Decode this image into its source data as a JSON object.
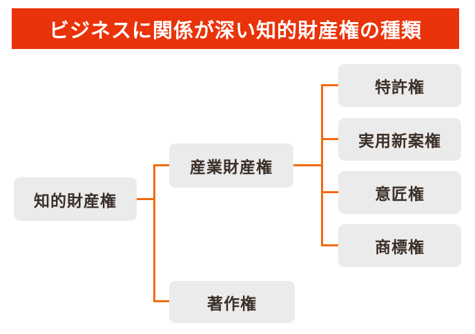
{
  "title": "ビジネスに関係が深い知的財産権の種類",
  "colors": {
    "banner_bg": "#e9330a",
    "banner_text": "#ffffff",
    "connector": "#f2690d",
    "node_bg": "#ebebeb",
    "node_text": "#3b2f28",
    "background": "#ffffff"
  },
  "diagram": {
    "root": {
      "label": "知的財産権"
    },
    "branches": [
      {
        "label": "産業財産権",
        "children": [
          {
            "label": "特許権"
          },
          {
            "label": "実用新案権"
          },
          {
            "label": "意匠権"
          },
          {
            "label": "商標権"
          }
        ]
      },
      {
        "label": "著作権",
        "children": []
      }
    ]
  }
}
